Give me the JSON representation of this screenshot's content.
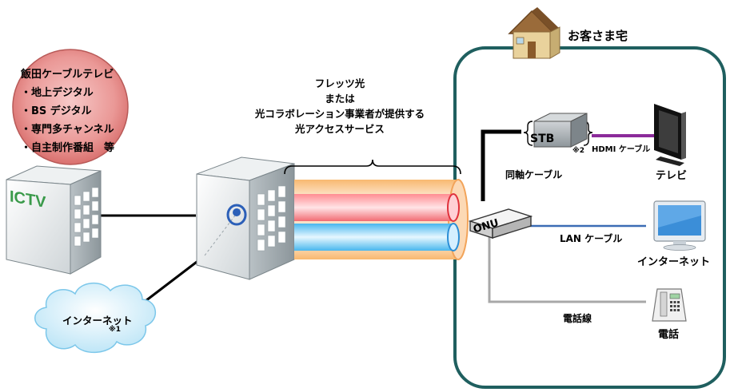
{
  "provider": {
    "name": "飯田ケーブルテレビ",
    "services": [
      "・地上デジタル",
      "・BS デジタル",
      "・専門多チャンネル",
      "・自主制作番組　等"
    ],
    "logo_text": "ICTV"
  },
  "fiber": {
    "lines": [
      "フレッツ光",
      "または",
      "光コラボレーション事業者が提供する",
      "光アクセスサービス"
    ]
  },
  "home": {
    "title": "お客さま宅",
    "onu": "ONU",
    "stb": "STB",
    "stb_note": "※2",
    "hdmi_cable": "HDMI ケーブル",
    "coax_cable": "同軸ケーブル",
    "lan_cable": "LAN ケーブル",
    "phone_line": "電話線",
    "tv": "テレビ",
    "internet": "インターネット",
    "phone": "電話"
  },
  "cloud": {
    "label": "インターネット",
    "note": "※1"
  },
  "colors": {
    "home_border": "#1f5f5f",
    "circle_fill": "#e8908f",
    "fiber_red": "#f26b72",
    "fiber_blue": "#55c0f0",
    "hdmi": "#8b2a9a",
    "lan": "#3b6cb5",
    "phone_line": "#a8a8a8"
  }
}
